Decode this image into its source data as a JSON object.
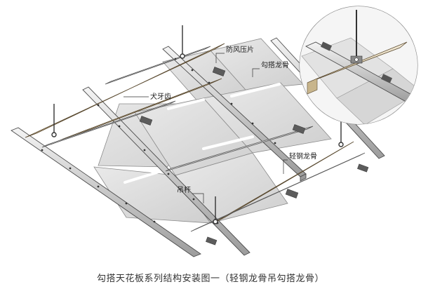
{
  "labels": {
    "wind_clip": "防风压片",
    "hook_keel": "勾搭龙骨",
    "dog_tooth": "犬牙齿",
    "light_steel_keel": "轻钢龙骨",
    "hanger_rod": "吊杆"
  },
  "caption": "勾搭天花板系列结构安装图一（轻钢龙骨吊勾搭龙骨）",
  "colors": {
    "panel": "#dcdcdc",
    "metal_light": "#ececec",
    "metal_mid": "#bfbfbf",
    "metal_dark": "#6a6a6a",
    "outline": "#4a4a4a",
    "beam": "#e8dcc4"
  }
}
